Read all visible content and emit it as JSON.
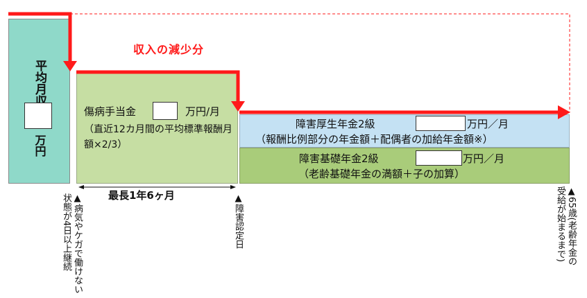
{
  "salary": {
    "title": "平均月収",
    "unit": "万円"
  },
  "reduction_label": "収入の減少分",
  "sickness_benefit": {
    "line1_before": "傷病手当金",
    "line1_after": "万円/月",
    "line2": "（直近12カ月間の平均標準報酬月額×2/3）"
  },
  "kosei_pension": {
    "title": "障害厚生年金2級",
    "unit": "万円／月",
    "note": "（報酬比例部分の年金額＋配偶者の加給年金額※）"
  },
  "kiso_pension": {
    "title": "障害基礎年金2級",
    "unit": "万円／月",
    "note": "（老齢基礎年金の満額＋子の加算）"
  },
  "period_label": "最長1年6ヶ月",
  "timeline": {
    "start_note": "▲病気やケガで働けない状態が4日以上継続",
    "certification_note": "▲障害認定日",
    "end_note": "▲65歳(老齢年金の受給が始まるまで)"
  },
  "colors": {
    "red": "#ff1a1a",
    "salary_bg": "#8fd9c9",
    "sick_bg": "#c6dea3",
    "kosei_bg": "#c4e1f3",
    "kiso_bg": "#a9cc7a"
  }
}
